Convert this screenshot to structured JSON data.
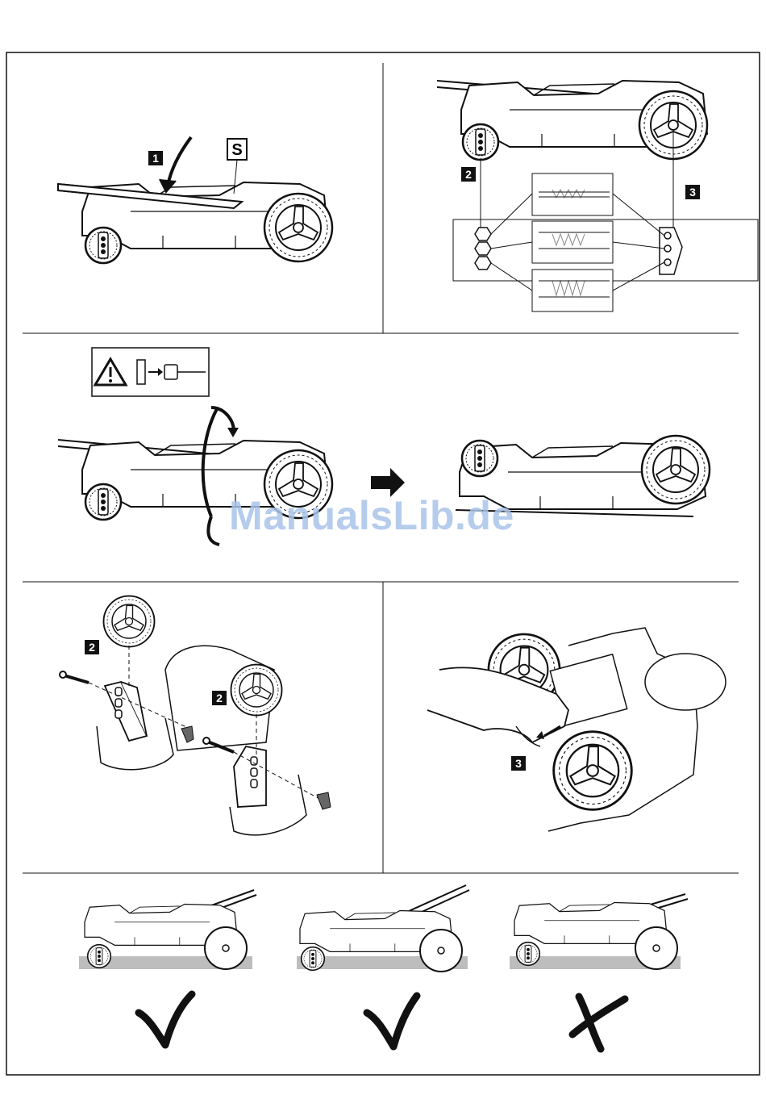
{
  "labels": {
    "step_1": "1",
    "marker_s": "S",
    "step_2": "2",
    "step_3": "3",
    "panel4_step_2a": "2",
    "panel4_step_2b": "2",
    "panel5_step_3": "3"
  },
  "watermark": "ManualsLib.de",
  "verdicts": [
    {
      "symbol": "check",
      "meaning": "correct"
    },
    {
      "symbol": "check",
      "meaning": "correct"
    },
    {
      "symbol": "cross",
      "meaning": "incorrect"
    }
  ],
  "icons": [
    "warning-triangle-icon",
    "unplug-plug-icon",
    "arrow-right-icon",
    "rotate-arrow-icon"
  ]
}
